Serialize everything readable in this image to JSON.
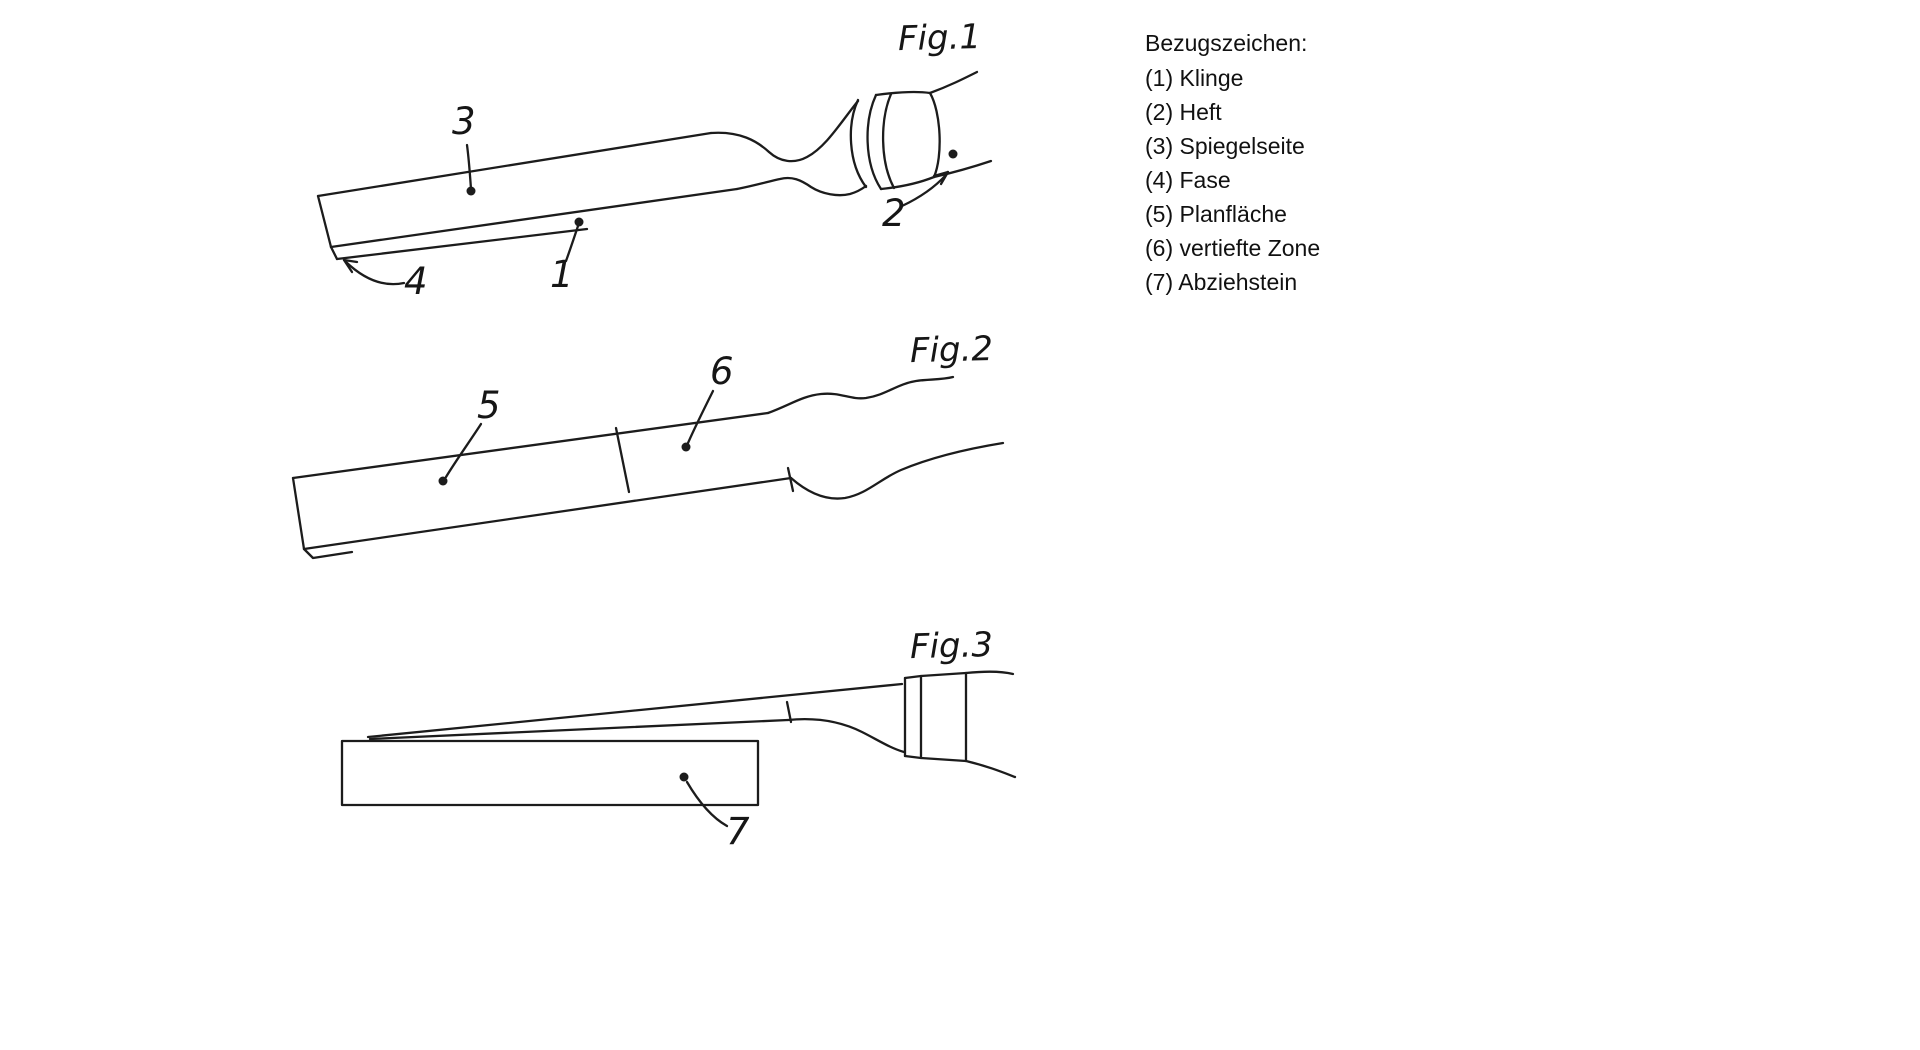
{
  "page": {
    "background": "#ffffff",
    "ink_color": "#1c1c1c",
    "type": "patent-figure-sheet"
  },
  "figures": {
    "fig1": {
      "label": "Fig.1",
      "refs": {
        "r1": "1",
        "r2": "2",
        "r3": "3",
        "r4": "4"
      }
    },
    "fig2": {
      "label": "Fig.2",
      "refs": {
        "r5": "5",
        "r6": "6"
      }
    },
    "fig3": {
      "label": "Fig.3",
      "refs": {
        "r7": "7"
      }
    }
  },
  "legend": {
    "title": "Bezugszeichen:",
    "items": [
      "(1) Klinge",
      "(2) Heft",
      "(3) Spiegelseite",
      "(4) Fase",
      "(5) Planfläche",
      "(6) vertiefte Zone",
      "(7) Abziehstein"
    ]
  }
}
